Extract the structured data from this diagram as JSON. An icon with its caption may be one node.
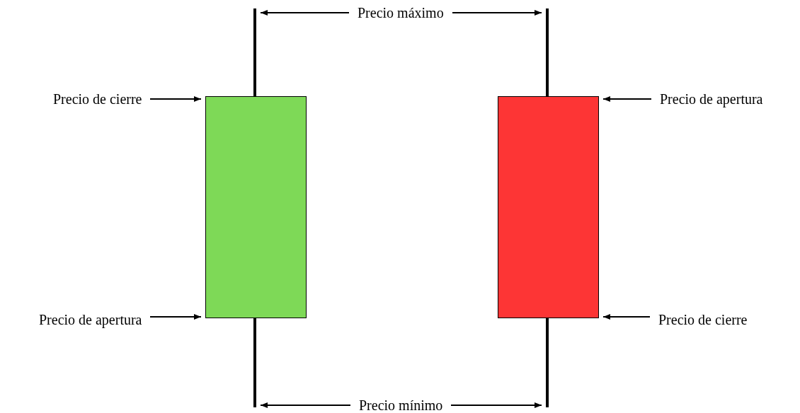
{
  "diagram": {
    "nodes": [
      {
        "text": [
          "Precio máximo"
        ]
      },
      {
        "text": [
          "Precio de cierre"
        ]
      },
      {
        "text": [
          "Precio de apertura"
        ]
      },
      {
        "text": [],
        "shape": "bar"
      },
      {
        "text": [],
        "shape": "bar"
      },
      {
        "text": [],
        "shape": "box"
      },
      {
        "text": [],
        "shape": "box"
      },
      {
        "text": [
          "Precio de apertura"
        ]
      },
      {
        "text": [
          "Precio de cierre"
        ]
      },
      {
        "text": [],
        "shape": "bar"
      },
      {
        "text": [],
        "shape": "bar"
      },
      {
        "text": [
          "Precio mínimo"
        ]
      }
    ],
    "edges": [
      {
        "from": 0,
        "to": 3,
        "arrow": "to"
      },
      {
        "from": 0,
        "to": 4,
        "arrow": "to"
      },
      {
        "from": 1,
        "to": 5,
        "arrow": "to"
      },
      {
        "from": 2,
        "to": 6,
        "arrow": "to"
      },
      {
        "from": 7,
        "to": 5,
        "arrow": "to"
      },
      {
        "from": 8,
        "to": 6,
        "arrow": "to"
      },
      {
        "from": 11,
        "to": 9,
        "arrow": "to"
      },
      {
        "from": 11,
        "to": 10,
        "arrow": "to"
      }
    ]
  }
}
